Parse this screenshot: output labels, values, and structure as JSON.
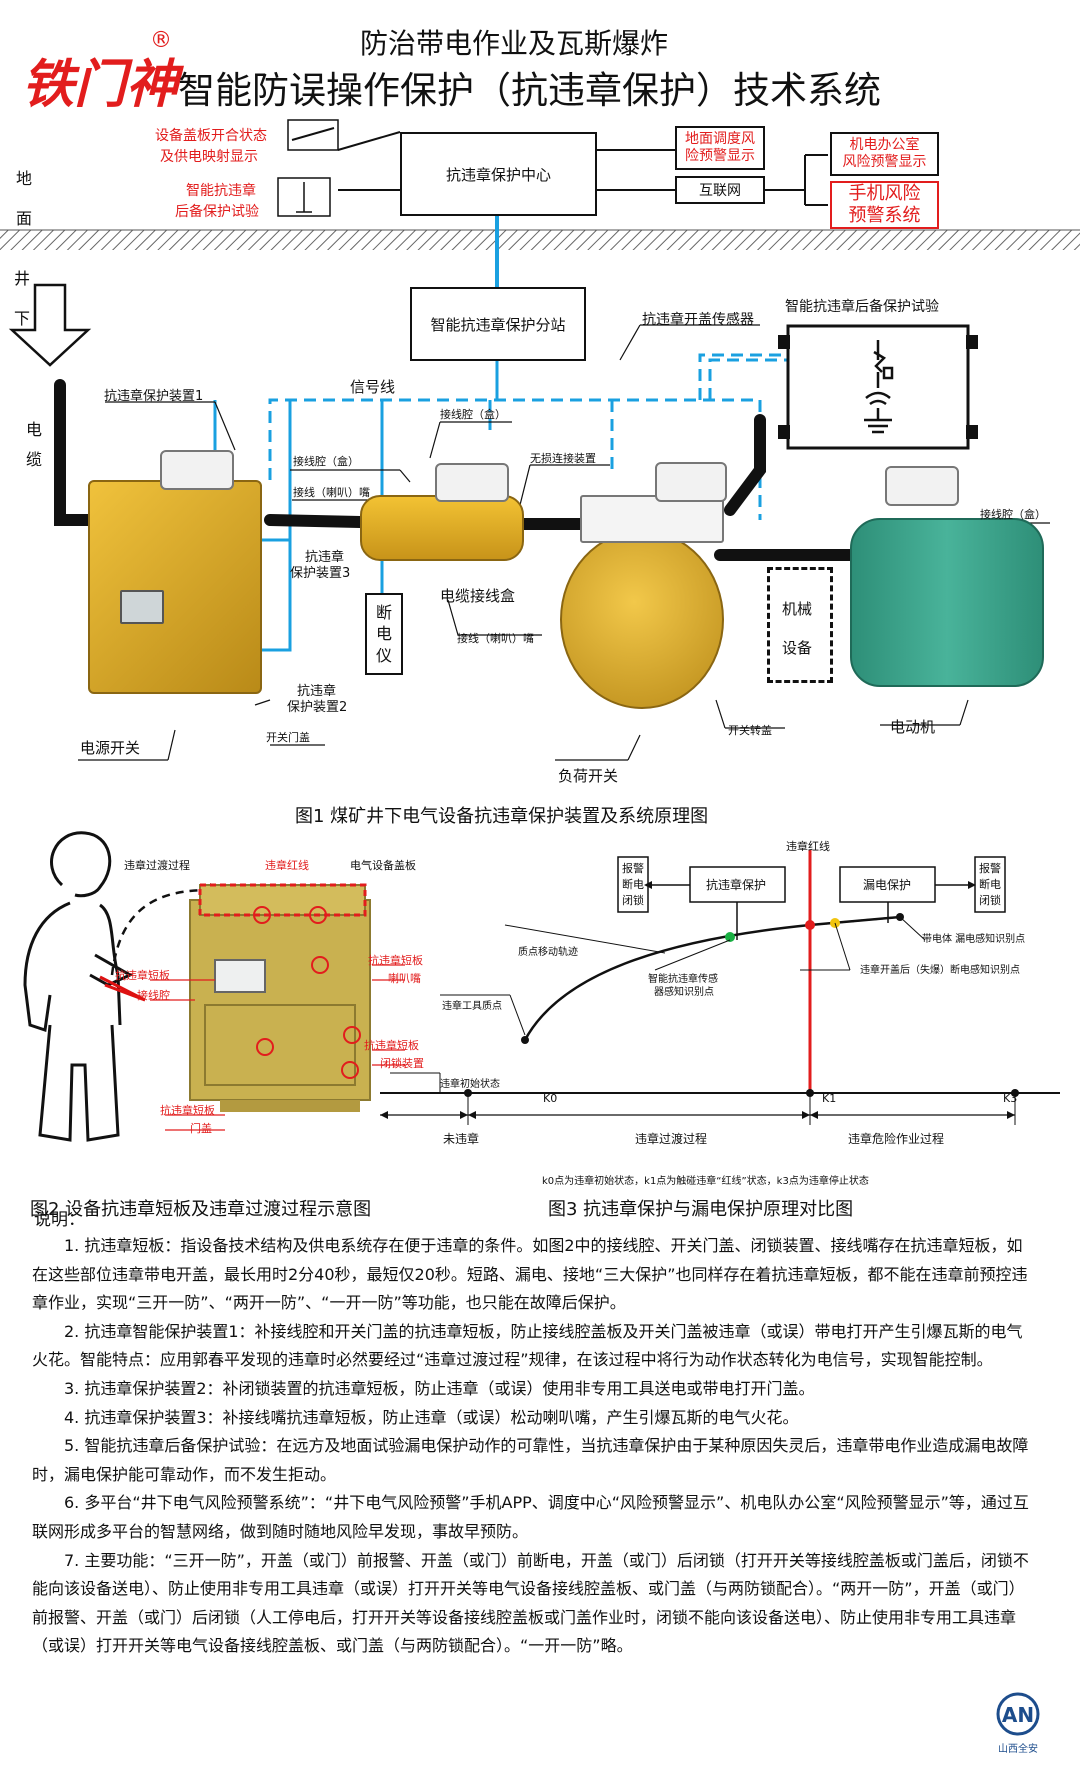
{
  "brand": {
    "logo_text": "铁门神",
    "reg": "®"
  },
  "header": {
    "title_line1": "防治带电作业及瓦斯爆炸",
    "title_line2": "智能防误操作保护（抗违章保护）技术系统"
  },
  "fig1": {
    "zones": {
      "ground_1": "地",
      "ground_2": "面",
      "under_1": "井",
      "under_2": "下",
      "cable_1": "电",
      "cable_2": "缆"
    },
    "left_labels": {
      "cover_state_1": "设备盖板开合状态",
      "cover_state_2": "及供电映射显示",
      "backup_test_1": "智能抗违章",
      "backup_test_2": "后备保护试验"
    },
    "center": "抗违章保护中心",
    "substation": "智能抗违章保护分站",
    "internet": "互联网",
    "dispatch_1": "地面调度风",
    "dispatch_2": "险预警显示",
    "office_1": "机电办公室",
    "office_2": "风险预警显示",
    "mobile_1": "手机风险",
    "mobile_2": "预警系统",
    "signal_line": "信号线",
    "sensor": "抗违章开盖传感器",
    "backup_box": "智能抗违章后备保护试验",
    "device1": "抗违章保护装置1",
    "junction1": "接线腔（盒）",
    "horn1": "接线（喇叭）嘴",
    "device3_1": "抗违章",
    "device3_2": "保护装置3",
    "junction2": "接线腔（盒）",
    "lossless": "无损连接装置",
    "cable_box": "电缆接线盒",
    "breaker_1": "断",
    "breaker_2": "电",
    "breaker_3": "仪",
    "horn2": "接线（喇叭）嘴",
    "device2_1": "抗违章",
    "device2_2": "保护装置2",
    "door_cover": "开关门盖",
    "power_switch": "电源开关",
    "switch_cover": "开关转盖",
    "load_switch": "负荷开关",
    "machine_1": "机械",
    "machine_2": "设备",
    "motor": "电动机",
    "junction3": "接线腔（盒）",
    "caption": "图1  煤矿井下电气设备抗违章保护装置及系统原理图"
  },
  "fig2": {
    "transition": "违章过渡过程",
    "red_line": "违章红线",
    "panel": "电气设备盖板",
    "short_a": "抗违章短板",
    "junction": "接线腔",
    "short_b": "抗违章短板",
    "horn": "喇叭嘴",
    "short_c": "抗违章短板",
    "lock": "闭锁装置",
    "short_d": "抗违章短板",
    "door": "门盖",
    "caption": "图2  设备抗违章短板及违章过渡过程示意图"
  },
  "fig3": {
    "red_line": "违章红线",
    "alarm_left_1": "报警",
    "alarm_left_2": "断电",
    "alarm_left_3": "闭锁",
    "anti_box": "抗违章保护",
    "leak_box": "漏电保护",
    "alarm_right_1": "报警",
    "alarm_right_2": "断电",
    "alarm_right_3": "闭锁",
    "live_point": "带电体  漏电感知识别点",
    "explode_point": "违章开盖后（失爆）断电感知识别点",
    "trajectory": "质点移动轨迹",
    "sensor_point_1": "智能抗违章传感",
    "sensor_point_2": "器感知识别点",
    "tool_point": "违章工具质点",
    "initial": "违章初始状态",
    "k0": "K0",
    "k1": "K1",
    "k3": "K3",
    "not_violate": "未违章",
    "transition": "违章过渡过程",
    "danger": "违章危险作业过程",
    "note": "k0点为违章初始状态，k1点为触碰违章“红线”状态，k3点为违章停止状态",
    "caption": "图3  抗违章保护与漏电保护原理对比图"
  },
  "notes": {
    "title": "说明：",
    "items": [
      "1.  抗违章短板：指设备技术结构及供电系统存在便于违章的条件。如图2中的接线腔、开关门盖、闭锁装置、接线嘴存在抗违章短板，如在这些部位违章带电开盖，最长用时2分40秒，最短仅20秒。短路、漏电、接地“三大保护”也同样存在着抗违章短板，都不能在违章前预控违章作业，实现“三开一防”、“两开一防”、“一开一防”等功能，也只能在故障后保护。",
      "2.  抗违章智能保护装置1：补接线腔和开关门盖的抗违章短板，防止接线腔盖板及开关门盖被违章（或误）带电打开产生引爆瓦斯的电气火花。智能特点：应用郭春平发现的违章时必然要经过“违章过渡过程”规律，在该过程中将行为动作状态转化为电信号，实现智能控制。",
      "3.  抗违章保护装置2：补闭锁装置的抗违章短板，防止违章（或误）使用非专用工具送电或带电打开门盖。",
      "4.  抗违章保护装置3：补接线嘴抗违章短板，防止违章（或误）松动喇叭嘴，产生引爆瓦斯的电气火花。",
      "5.  智能抗违章后备保护试验：在远方及地面试验漏电保护动作的可靠性，当抗违章保护由于某种原因失灵后，违章带电作业造成漏电故障时，漏电保护能可靠动作，而不发生拒动。",
      "6.  多平台“井下电气风险预警系统”：“井下电气风险预警”手机APP、调度中心“风险预警显示”、机电队办公室“风险预警显示”等，通过互联网形成多平台的智慧网络，做到随时随地风险早发现，事故早预防。",
      "7. 主要功能：“三开一防”，开盖（或门）前报警、开盖（或门）前断电，开盖（或门）后闭锁（打开开关等接线腔盖板或门盖后，闭锁不能向该设备送电）、防止使用非专用工具违章（或误）打开开关等电气设备接线腔盖板、或门盖（与两防锁配合）。“两开一防”，开盖（或门）前报警、开盖（或门）后闭锁（人工停电后，打开开关等设备接线腔盖板或门盖作业时，闭锁不能向该设备送电）、防止使用非专用工具违章（或误）打开开关等电气设备接线腔盖板、或门盖（与两防锁配合）。“一开一防”略。"
    ]
  },
  "footer_logo": {
    "text": "山西全安",
    "mark": "AN"
  },
  "colors": {
    "signal": "#1aa0e0",
    "red": "#e21d1d",
    "equipment_yellow": "#e7b52c",
    "motor_green": "#2f9d86"
  }
}
